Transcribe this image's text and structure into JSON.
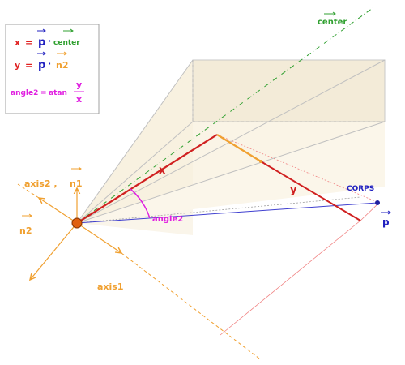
{
  "legend": {
    "formula1": {
      "lhs": "x",
      "eq": "=",
      "p": "p",
      "dot": "·",
      "center": "center"
    },
    "formula2": {
      "lhs": "y",
      "eq": "=",
      "p": "p",
      "dot": "·",
      "n2": "n2"
    },
    "formula3": {
      "lhs": "angle2",
      "eq": "=",
      "func": "atan",
      "num": "y",
      "den": "x"
    }
  },
  "labels": {
    "center": "center",
    "x": "x",
    "y": "y",
    "angle2": "angle2",
    "axis2_n1_a": "axis2 ,",
    "axis2_n1_b": "n1",
    "n2": "n2",
    "axis1": "axis1",
    "corps": "CORPS",
    "p": "p"
  },
  "colors": {
    "red": "#e02020",
    "orange": "#f0a030",
    "blue": "#2020c0",
    "magenta": "#e020e0",
    "green": "#30a030",
    "frustum_fill": "#f8f0e0"
  }
}
